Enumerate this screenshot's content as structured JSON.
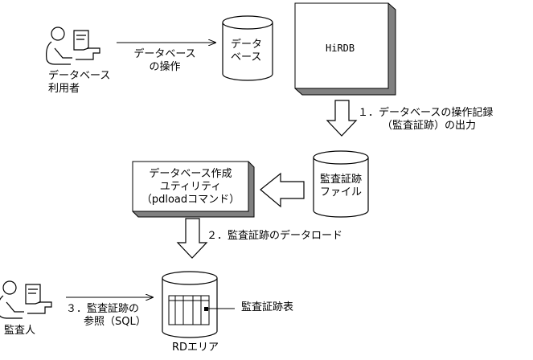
{
  "user_db": {
    "line1": "データベース",
    "line2": "利用者"
  },
  "operation": {
    "line1": "データベース",
    "line2": "の操作"
  },
  "database": {
    "line1": "データ",
    "line2": "ベース"
  },
  "hirdb": {
    "label": "HiRDB"
  },
  "step1": {
    "line1": "１．データベースの操作記録",
    "line2": "（監査証跡）の出力"
  },
  "audit_file": {
    "line1": "監査証跡",
    "line2": "ファイル"
  },
  "utility": {
    "line1": "データベース作成",
    "line2": "ユティリティ",
    "line3": "（pdloadコマンド）"
  },
  "step2": {
    "label": "２．監査証跡のデータロード"
  },
  "auditor": {
    "label": "監査人"
  },
  "step3": {
    "line1": "３．監査証跡の",
    "line2": "参照（SQL）"
  },
  "audit_table": {
    "label": "監査証跡表"
  },
  "rd_area": {
    "label": "RDエリア"
  }
}
